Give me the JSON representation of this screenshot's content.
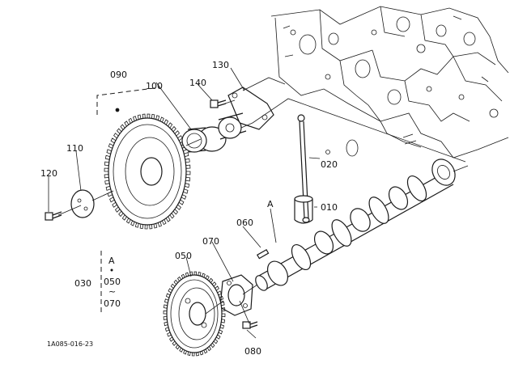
{
  "parts": {
    "p010": "010",
    "p020": "020",
    "p030": "030",
    "p050": "050",
    "p060": "060",
    "p070": "070",
    "p080": "080",
    "p090": "090",
    "p100": "100",
    "p110": "110",
    "p120": "120",
    "p130": "130",
    "p140": "140"
  },
  "set_group": {
    "ref": "A",
    "from": "050",
    "tilde": "~",
    "to": "070"
  },
  "marker_a": "A",
  "figure_code": "1A085-016-23"
}
